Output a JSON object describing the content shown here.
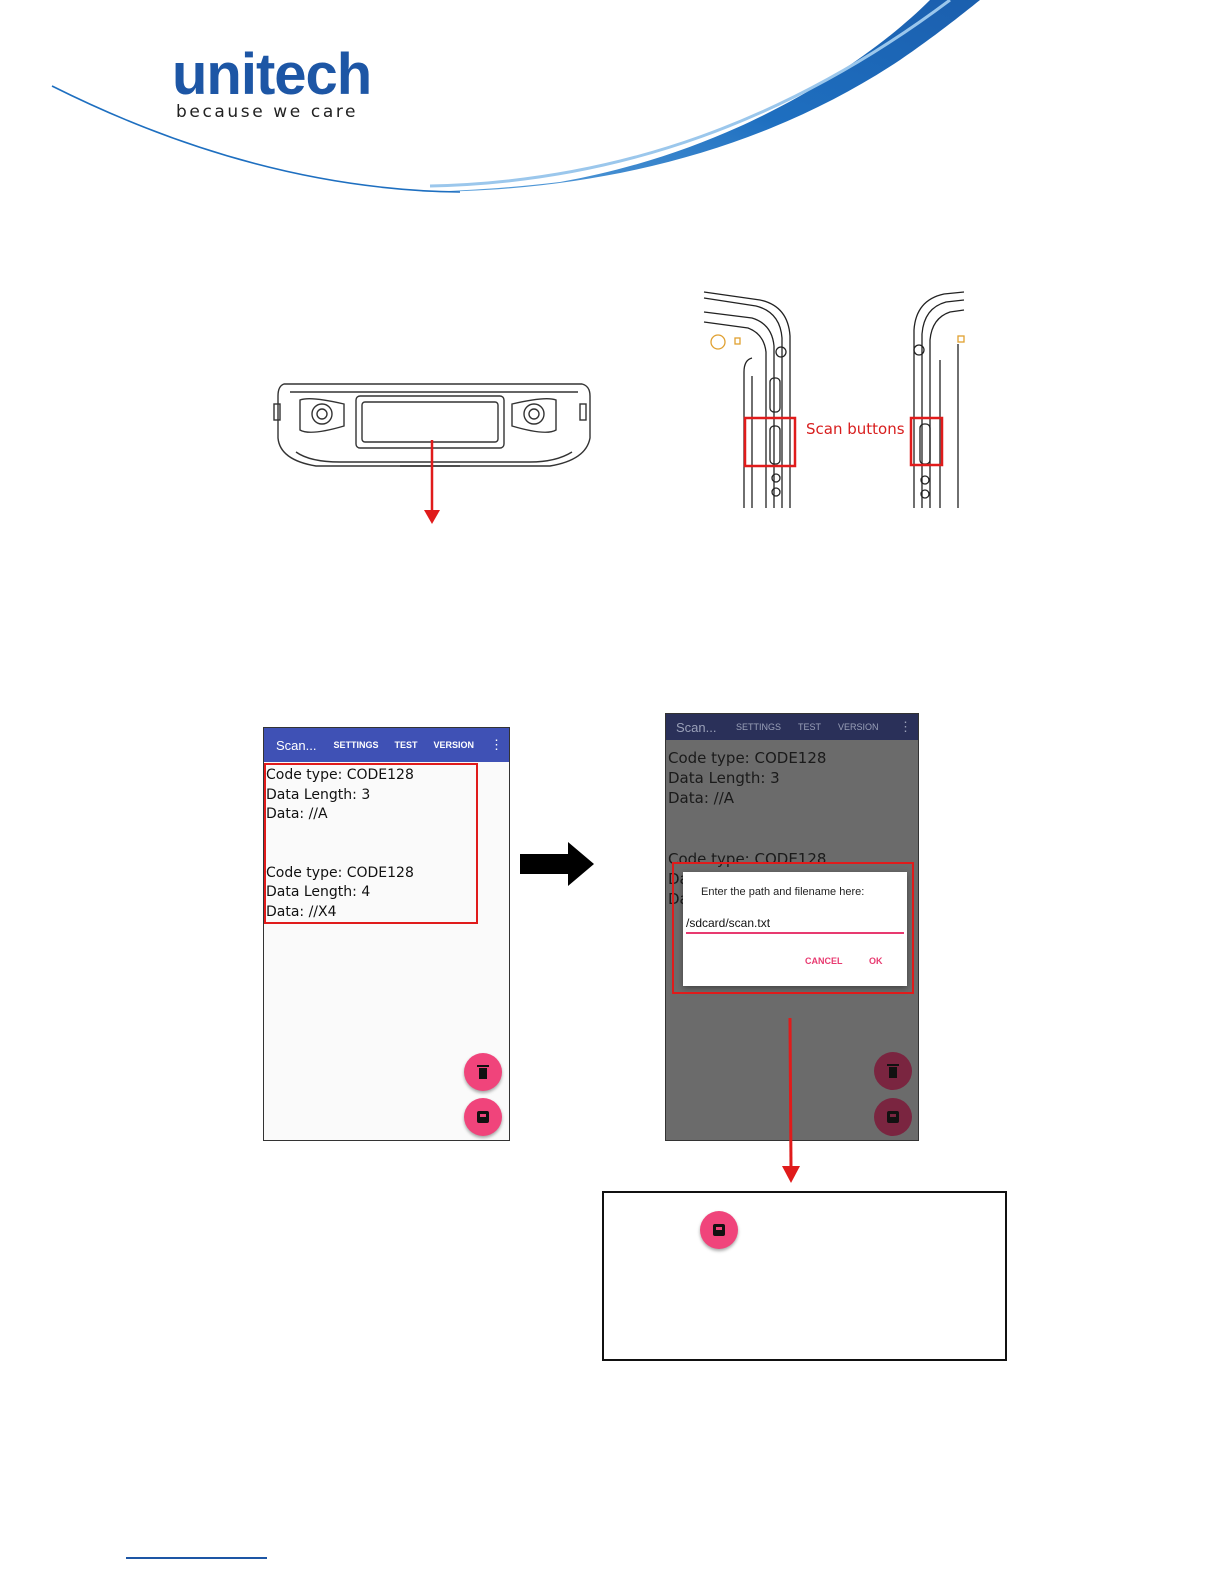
{
  "logo": {
    "name": "unitech",
    "tagline": "because we care"
  },
  "device_figure": {
    "scan_label": "Scan buttons"
  },
  "phone_before": {
    "app_title": "Scan...",
    "tabs": [
      "SETTINGS",
      "TEST",
      "VERSION"
    ],
    "records": [
      {
        "code_type": "Code type: CODE128",
        "data_length": "Data Length: 3",
        "data": "Data: //A"
      },
      {
        "code_type": "Code type: CODE128",
        "data_length": "Data Length: 4",
        "data": "Data: //X4"
      }
    ],
    "fab_icons": [
      "trash-icon",
      "save-icon"
    ]
  },
  "phone_after": {
    "app_title": "Scan...",
    "tabs": [
      "SETTINGS",
      "TEST",
      "VERSION"
    ],
    "records": [
      {
        "code_type": "Code type: CODE128",
        "data_length": "Data Length: 3",
        "data": "Data: //A"
      },
      {
        "code_type": "Code type: CODE128",
        "data_length": "Da",
        "data": "Da"
      }
    ],
    "dialog": {
      "title": "Enter the path and filename here:",
      "value": "/sdcard/scan.txt",
      "cancel_label": "CANCEL",
      "ok_label": "OK"
    }
  },
  "colors": {
    "brand_blue": "#1d56a5",
    "app_bar": "#3f51b5",
    "fab_pink": "#f0447b",
    "annotation_red": "#e01b1b"
  }
}
